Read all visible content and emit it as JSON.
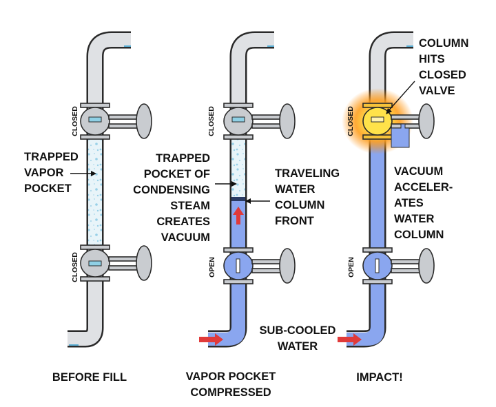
{
  "diagram": {
    "panels": [
      {
        "caption": "BEFORE FILL",
        "top_valve": "CLOSED",
        "bottom_valve": "CLOSED",
        "callout": [
          "TRAPPED",
          "VAPOR",
          "POCKET"
        ]
      },
      {
        "caption": [
          "VAPOR POCKET",
          "COMPRESSED"
        ],
        "top_valve": "CLOSED",
        "bottom_valve": "OPEN",
        "callout_left": [
          "TRAPPED",
          "POCKET OF",
          "CONDENSING",
          "STEAM",
          "CREATES",
          "VACUUM"
        ],
        "callout_right": [
          "TRAVELING",
          "WATER",
          "COLUMN",
          "FRONT"
        ]
      },
      {
        "caption": "IMPACT!",
        "top_valve": "CLOSED",
        "bottom_valve": "OPEN",
        "callout_top": [
          "COLUMN",
          "HITS",
          "CLOSED",
          "VALVE"
        ],
        "callout_right": [
          "VACUUM",
          "ACCELER-",
          "ATES",
          "WATER",
          "COLUMN"
        ],
        "callout_inlet": [
          "SUB-COOLED",
          "WATER"
        ]
      }
    ],
    "colors": {
      "water": "#8aa6ef",
      "vapor": "#e8f4f9",
      "vapor_speckle": "#98d0e8",
      "pipe_metal": "#c9ccd0",
      "flow_arrow": "#e03a3a",
      "impact_glow": "#ffa020"
    }
  }
}
